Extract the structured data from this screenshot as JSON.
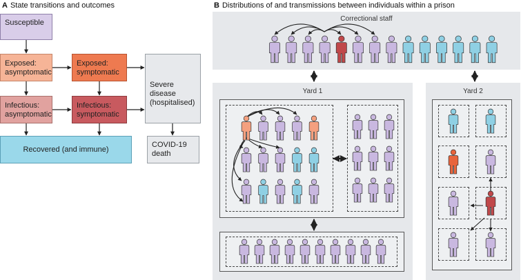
{
  "panel_a": {
    "letter": "A",
    "title": "State transitions and outcomes",
    "states": {
      "susceptible": "Susceptible",
      "exposed_asymptomatic": "Exposed: asymptomatic",
      "exposed_symptomatic": "Exposed: symptomatic",
      "infectious_asymptomatic": "Infectious: asymptomatic",
      "infectious_symptomatic": "Infectious: symptomatic",
      "severe_disease": "Severe disease (hospitalised)",
      "recovered": "Recovered (and immune)",
      "death": "COVID-19 death"
    }
  },
  "panel_b": {
    "letter": "B",
    "title": "Distributions of and transmissions between individuals within a prison",
    "staff_label": "Correctional staff",
    "yard1_label": "Yard 1",
    "yard2_label": "Yard 2"
  },
  "colors": {
    "susceptible": "#d9cde9",
    "exposed_asymptomatic": "#f6b497",
    "exposed_symptomatic": "#ee7a50",
    "infectious_asymptomatic": "#e1a29f",
    "infectious_symptomatic": "#c85a5f",
    "severe": "#e7e9ec",
    "recovered": "#9ad8ea",
    "panel_bg": "#e6e8eb",
    "person_susceptible": "#c9b8e0",
    "person_recovered": "#8fd0e4",
    "person_infectious": "#c0484a",
    "person_exposed_sym": "#e8643c",
    "person_exposed_asym": "#f4a07f",
    "person_infectious_asym": "#e59c8f"
  }
}
